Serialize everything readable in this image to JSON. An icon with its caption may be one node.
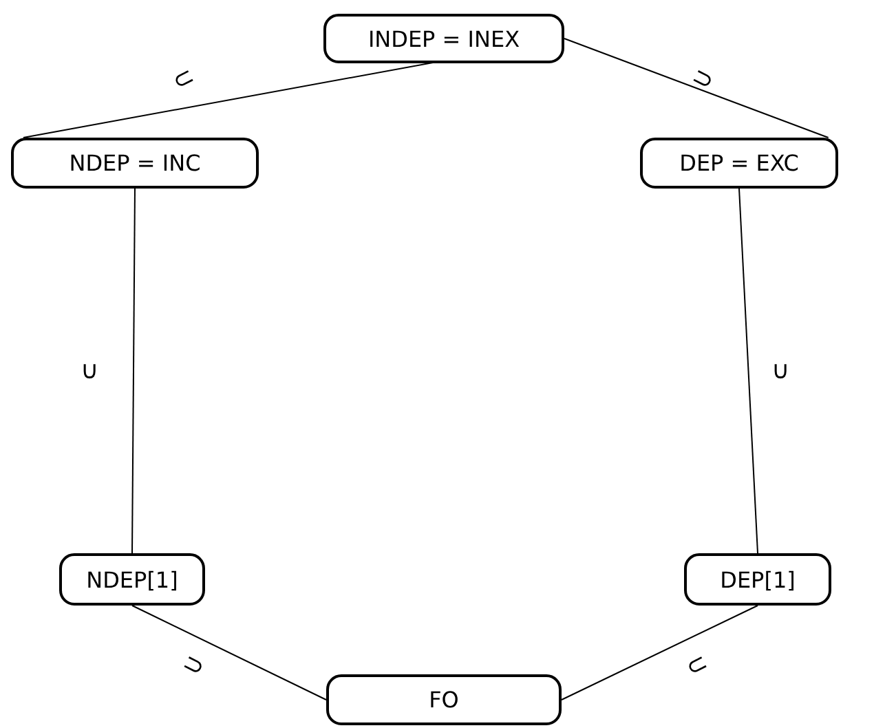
{
  "diagram": {
    "nodes": [
      {
        "text": [
          "INDEP = INEX"
        ]
      },
      {
        "text": [
          "NDEP = INC"
        ]
      },
      {
        "text": [
          "DEP = EXC"
        ]
      },
      {
        "text": [
          "NDEP[1]"
        ]
      },
      {
        "text": [
          "DEP[1]"
        ]
      },
      {
        "text": [
          "FO"
        ]
      }
    ],
    "edges": [
      {
        "from": 1,
        "to": 0,
        "arrow": "none",
        "label": "⊂"
      },
      {
        "from": 0,
        "to": 2,
        "arrow": "none",
        "label": "⊃"
      },
      {
        "from": 3,
        "to": 1,
        "arrow": "none",
        "label": "∪"
      },
      {
        "from": 4,
        "to": 2,
        "arrow": "none",
        "label": "∪"
      },
      {
        "from": 3,
        "to": 5,
        "arrow": "none",
        "label": "⊃"
      },
      {
        "from": 5,
        "to": 4,
        "arrow": "none",
        "label": "⊂"
      }
    ]
  }
}
